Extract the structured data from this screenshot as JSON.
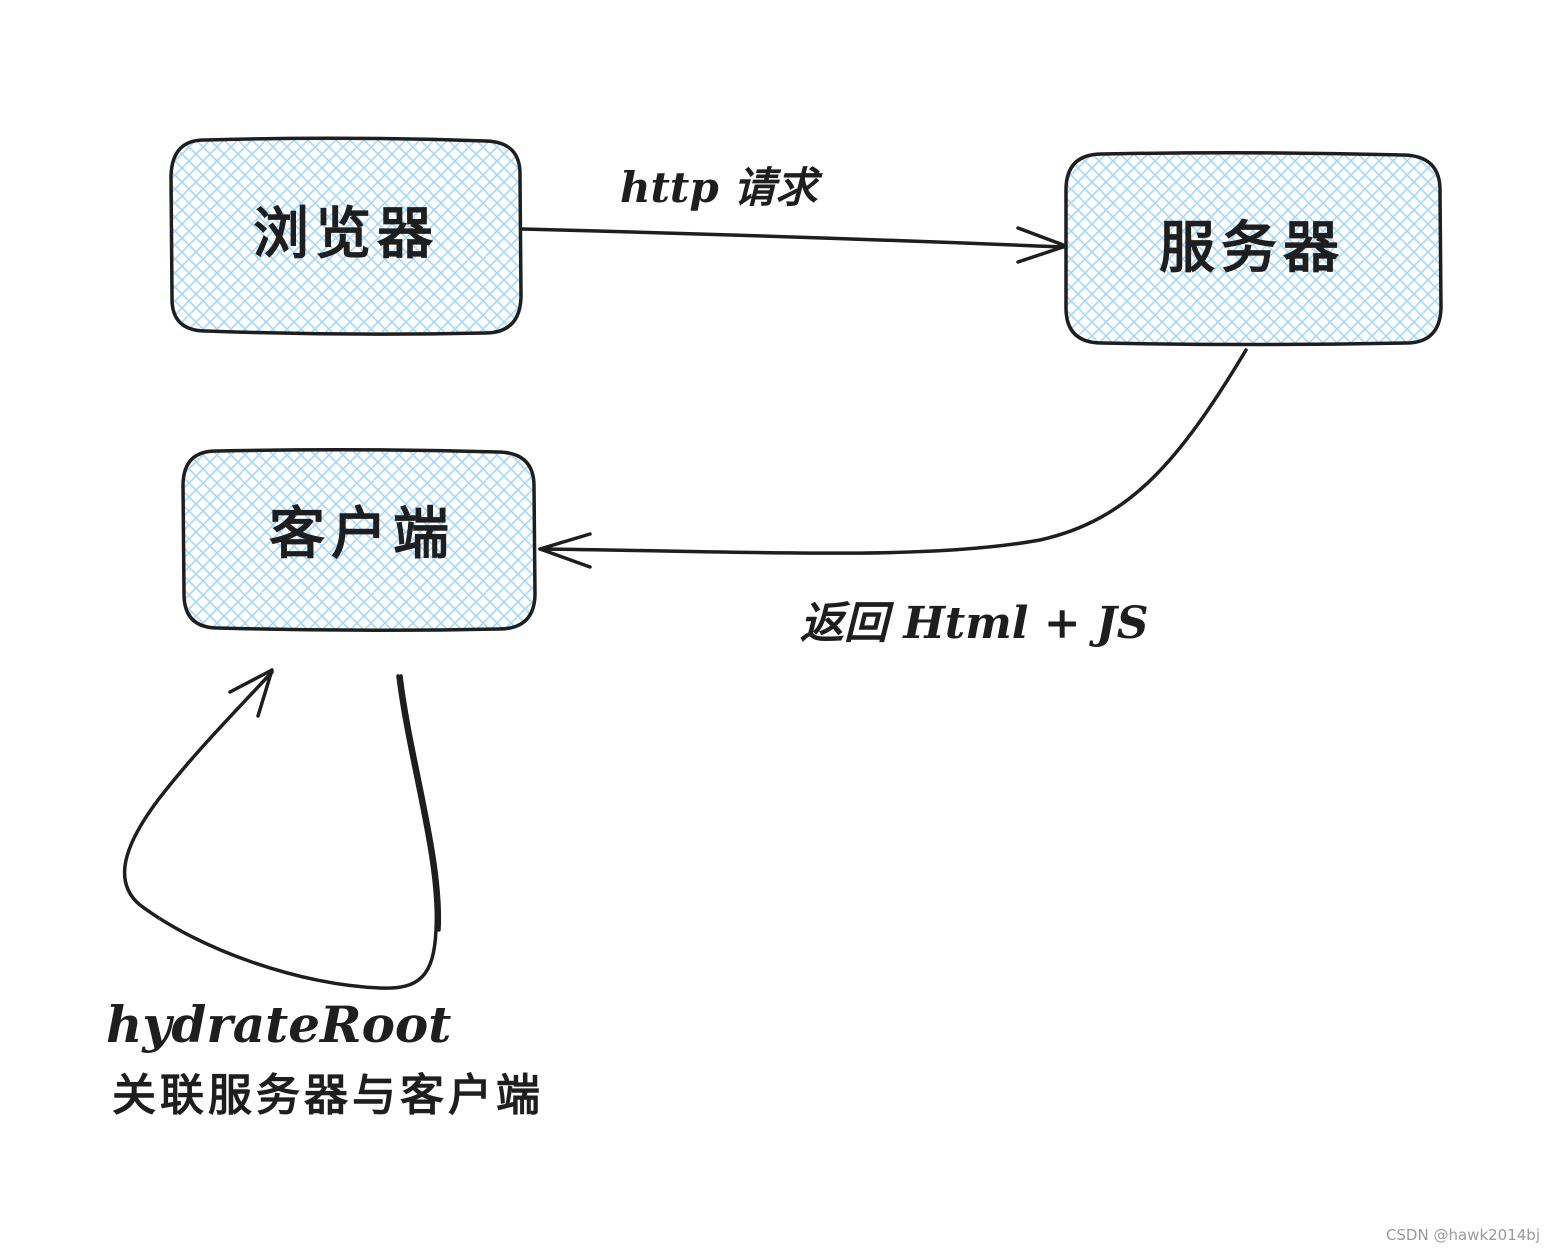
{
  "colors": {
    "box_fill_hatch": "#a5d8ff",
    "stroke": "#1e1e1e",
    "background": "#ffffff",
    "watermark": "#9a9a9a"
  },
  "nodes": {
    "browser": {
      "label": "浏览器"
    },
    "server": {
      "label": "服务器"
    },
    "client": {
      "label": "客户端"
    }
  },
  "edges": {
    "request": {
      "label": "http 请求"
    },
    "response": {
      "label": "返回 Html + JS"
    },
    "hydrate": {
      "label": "hydrateRoot",
      "description": "关联服务器与客户端"
    }
  },
  "watermark": "CSDN @hawk2014bj"
}
